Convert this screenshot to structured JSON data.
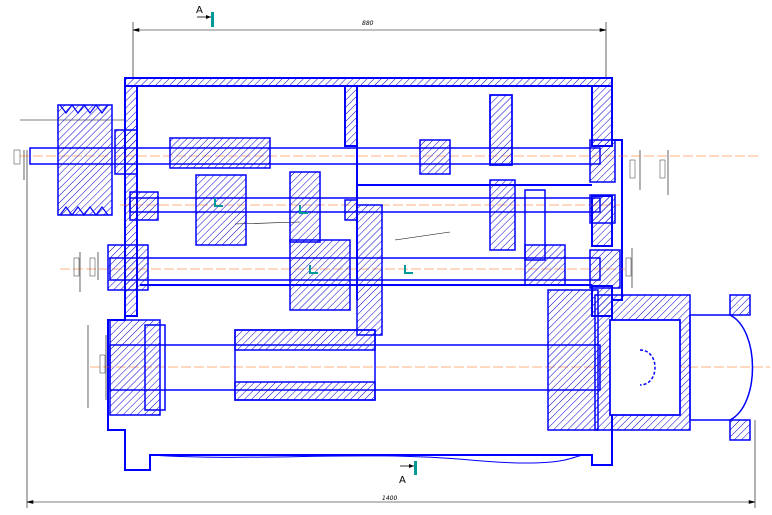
{
  "drawing": {
    "dimensions": {
      "top_span": "880",
      "overall_span": "1400"
    },
    "section": {
      "top_mark": "A",
      "bottom_mark": "A"
    },
    "colors": {
      "outline": "#0000ff",
      "hatch": "#0000cc",
      "center_line": "#ff6600",
      "section_marker": "#009999",
      "dim_line": "#000000"
    }
  }
}
